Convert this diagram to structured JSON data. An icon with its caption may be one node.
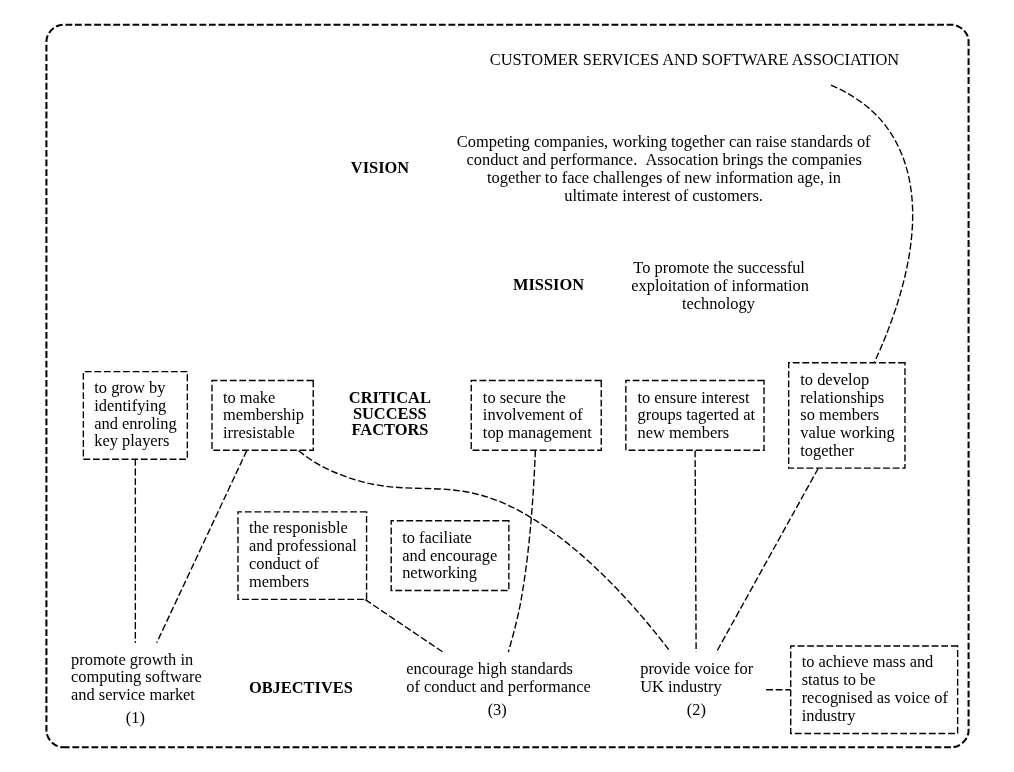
{
  "diagram": {
    "nodes": [
      {
        "text": [],
        "shape": "cloud"
      },
      {
        "text": [
          "CUSTOMER SERVICES AND SOFTWARE ASSOCIATION"
        ],
        "in": 0
      },
      {
        "text": [
          "to grow by identifying and enroling key players"
        ],
        "in": 0
      },
      {
        "text": [
          "to make membership irresistable"
        ],
        "in": 0
      },
      {
        "text": [
          "to develop relationships so members value working together"
        ],
        "in": 0
      },
      {
        "text": [
          "to secure the involvement of top management"
        ],
        "in": 0
      },
      {
        "text": [
          "to ensure interest groups tagerted at new members"
        ],
        "in": 0
      },
      {
        "text": [
          "the responisble and professional conduct of members"
        ],
        "in": 0
      },
      {
        "text": [
          "to faciliate and encourage networking"
        ],
        "in": 0
      },
      {
        "text": [
          "promote growth in computing software and service market"
        ],
        "beside": [
          "(1)"
        ],
        "in": 0
      },
      {
        "text": [
          "provide voice for UK industry"
        ],
        "beside": [
          "(2)"
        ],
        "in": 0
      },
      {
        "text": [
          "encourage high standards of conduct and performance"
        ],
        "beside": [
          "(3)"
        ],
        "in": 0
      },
      {
        "text": [
          "to achieve mass and status to be recognised as voice of industry"
        ],
        "in": 0
      }
    ],
    "edges": [
      {
        "from": 1,
        "to": 4,
        "arrow": "none",
        "style": "dashed"
      },
      {
        "from": 2,
        "to": 9,
        "arrow": "none",
        "style": "dashed"
      },
      {
        "from": 3,
        "to": 9,
        "arrow": "none",
        "style": "dashed"
      },
      {
        "from": 3,
        "to": 10,
        "arrow": "none",
        "style": "dashed"
      },
      {
        "from": 4,
        "to": 10,
        "arrow": "none",
        "style": "dashed"
      },
      {
        "from": 5,
        "to": 11,
        "arrow": "none",
        "style": "dashed"
      },
      {
        "from": 6,
        "to": 10,
        "arrow": "none",
        "style": "dashed"
      },
      {
        "from": 7,
        "to": 11,
        "arrow": "none",
        "style": "dashed"
      },
      {
        "from": 10,
        "to": 12,
        "arrow": "none",
        "style": "dashed"
      }
    ],
    "labels": [
      "VISION",
      "Competing companies, working together can raise standards of conduct and performance.  Assocation brings the companies together to face challenges of new information age, in ultimate interest of customers.",
      "MISSION",
      "To promote the successful exploitation of information technology",
      "CRITICAL SUCCESS FACTORS",
      "OBJECTIVES"
    ]
  }
}
